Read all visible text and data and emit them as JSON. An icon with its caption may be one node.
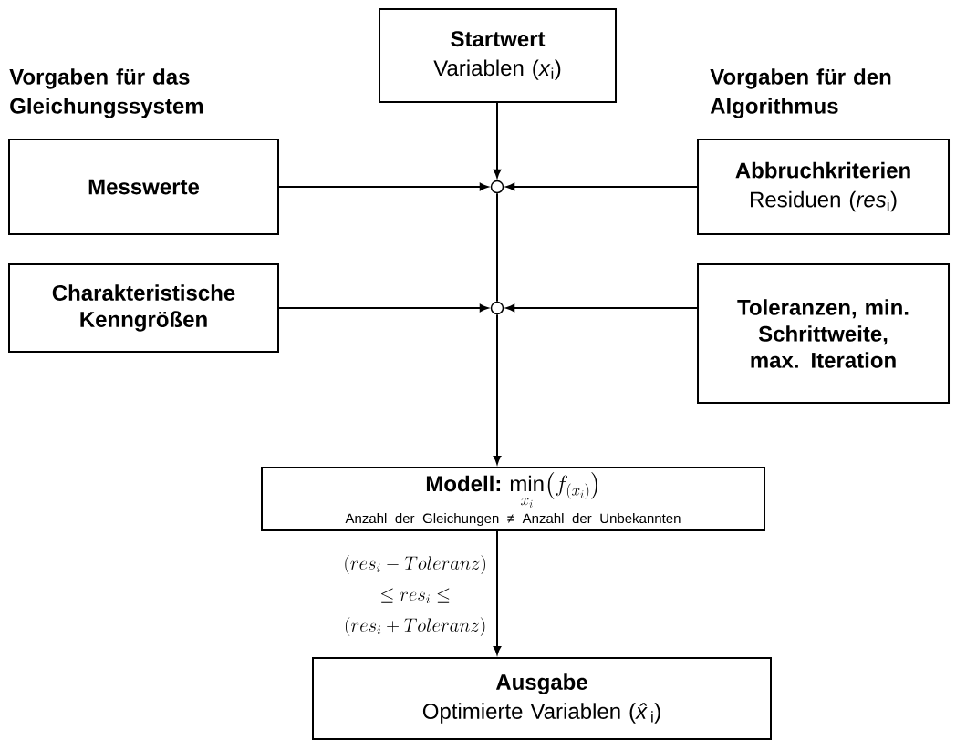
{
  "diagram": {
    "nodes": [
      {
        "text": [
          "Startwert",
          "Variablen (*x*$_{i}$)"
        ]
      },
      {
        "text": [
          "Messwerte"
        ]
      },
      {
        "text": [],
        "shape": "circle"
      },
      {
        "text": [
          "Abbruchkriterien",
          "Residuen (*res*$_{i}$)"
        ]
      },
      {
        "text": [
          "Charakteristische Kenngrößen"
        ]
      },
      {
        "text": [],
        "shape": "circle"
      },
      {
        "text": [
          "Toleranzen, min. Schrittweite, max. Iteration"
        ]
      },
      {
        "text": [
          "Modell:",
          "\\min\\limits_{x_i}\\bigl(f_{(x_i)}\\bigr)",
          "Anzahl der Gleichungen ≠ Anzahl der Unbekannten"
        ]
      },
      {
        "text": [
          "Ausgabe",
          "Optimierte Variablen (*x̂*$_{i}$)"
        ]
      }
    ],
    "edges": [
      {
        "from": 0,
        "to": 2,
        "arrow": "to"
      },
      {
        "from": 1,
        "to": 2,
        "arrow": "to"
      },
      {
        "from": 3,
        "to": 2,
        "arrow": "to"
      },
      {
        "from": 2,
        "to": 5,
        "arrow": "none"
      },
      {
        "from": 4,
        "to": 5,
        "arrow": "to"
      },
      {
        "from": 6,
        "to": 5,
        "arrow": "to"
      },
      {
        "from": 5,
        "to": 7,
        "arrow": "to"
      },
      {
        "from": 7,
        "to": 8,
        "arrow": "to",
        "label": "\\begin{array}{c}(res_i - Toleranz)\\\\ \\le res_i \\le\\\\ (res_i + Toleranz)\\end{array}"
      }
    ],
    "labels": [
      "Vorgaben für das Gleichungssystem",
      "Vorgaben für den Algorithmus"
    ]
  }
}
